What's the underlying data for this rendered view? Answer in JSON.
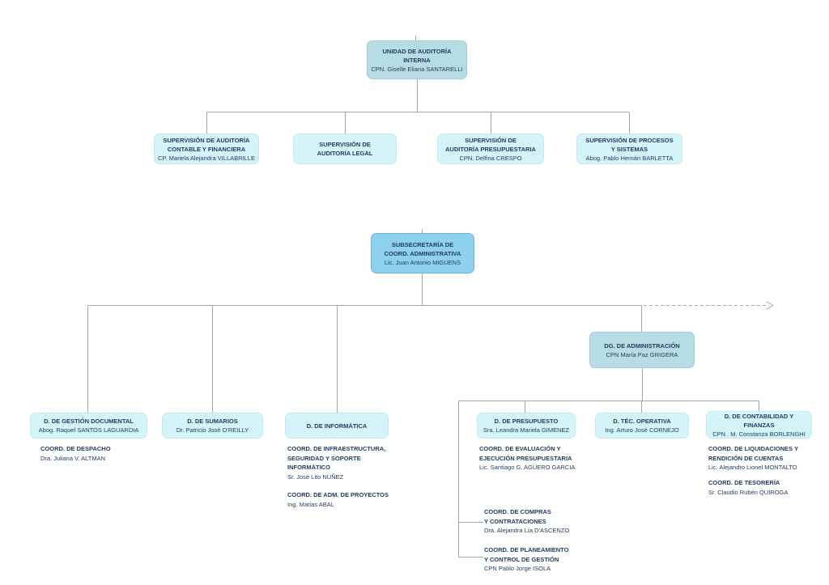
{
  "org": {
    "unidad_auditoria": {
      "title": [
        "UNIDAD DE AUDITORÍA",
        "INTERNA"
      ],
      "name": "CPN. Giselle Eliana SANTARELLI"
    },
    "sup_contable": {
      "title": [
        "SUPERVISIÓN DE AUDITORÍA",
        "CONTABLE Y FINANCIERA"
      ],
      "name": "CP. Mariela Alejandra VILLABRILLE"
    },
    "sup_legal": {
      "title": [
        "SUPERVISIÓN DE",
        "AUDITORÍA LEGAL"
      ]
    },
    "sup_presupuestaria": {
      "title": [
        "SUPERVISIÓN DE",
        "AUDITORÍA PRESUPUESTARIA"
      ],
      "name": "CPN. Delfina CRESPO"
    },
    "sup_procesos": {
      "title": [
        "SUPERVISIÓN DE PROCESOS",
        "Y SISTEMAS"
      ],
      "name": "Abog. Pablo Hernán BARLETTA"
    },
    "subsecretaria": {
      "title": [
        "SUBSECRETARÍA DE",
        "COORD. ADMINISTRATIVA"
      ],
      "name": "Lic. Juan Antonio MIGUENS"
    },
    "dg_administracion": {
      "title": [
        "DG. DE ADMINISTRACIÓN"
      ],
      "name": "CPN María Paz GRIGERA"
    },
    "d_gestion_documental": {
      "title": [
        "D. DE GESTIÓN DOCUMENTAL"
      ],
      "name": "Abog. Raquel SANTOS LAGUARDIA"
    },
    "d_sumarios": {
      "title": [
        "D. DE SUMARIOS"
      ],
      "name": "Dr. Patricio José O'REILLY"
    },
    "d_informatica": {
      "title": [
        "D. DE INFORMÁTICA"
      ]
    },
    "d_presupuesto": {
      "title": [
        "D. DE PRESUPUESTO"
      ],
      "name": "Sra. Leandra Mariela GIMENEZ"
    },
    "d_tec_operativa": {
      "title": [
        "D. TÉC. OPERATIVA"
      ],
      "name": "Ing. Arturo José CORNEJO"
    },
    "d_contabilidad": {
      "title": [
        "D. DE CONTABILIDAD Y FINANZAS"
      ],
      "name": "CPN . M. Constanza BORLENGHI"
    },
    "coord_despacho": {
      "title": [
        "COORD. DE DESPACHO"
      ],
      "name": "Dra. Juliana V. ALTMAN"
    },
    "coord_infraestructura": {
      "title": [
        "COORD. DE INFRAESTRUCTURA,",
        "SEGURIDAD Y SOPORTE",
        "INFORMÁTICO"
      ],
      "name": "Sr. José Lito NUÑEZ"
    },
    "coord_proyectos": {
      "title": [
        "COORD. DE ADM. DE PROYECTOS"
      ],
      "name": "Ing. Matías ABAL"
    },
    "coord_evaluacion": {
      "title": [
        "COORD. DE EVALUACIÓN Y",
        "EJECUCIÓN PRESUPUESTARIA"
      ],
      "name": "Lic. Santiago G. AGÜERO GARCIA"
    },
    "coord_compras": {
      "title": [
        "COORD. DE COMPRAS",
        "Y CONTRATACIONES"
      ],
      "name": "Dra. Alejandra Lía D'ASCENZO"
    },
    "coord_planeamiento": {
      "title": [
        "COORD. DE PLANEAMIENTO",
        "Y CONTROL DE GESTIÓN"
      ],
      "name": "CPN Pablo Jorge ISOLA"
    },
    "coord_liquidaciones": {
      "title": [
        "COORD. DE LIQUIDACIONES Y",
        "RENDICIÓN DE CUENTAS"
      ],
      "name": "Lic. Alejandro Lionel MONTALTO"
    },
    "coord_tesoreria": {
      "title": [
        "COORD. DE TESORERÍA"
      ],
      "name": "Sr. Claudio Rubén QUIROGA"
    }
  },
  "colors": {
    "teal_box": "#b7dde4",
    "teal_border": "#9fccd6",
    "cyan_box": "#d4f4fa",
    "cyan_border": "#bfeaf2",
    "blue_box": "#8ed0ef",
    "blue_border": "#6fb3d8",
    "text": "#1f3a5f",
    "line": "#a6a6a6"
  }
}
